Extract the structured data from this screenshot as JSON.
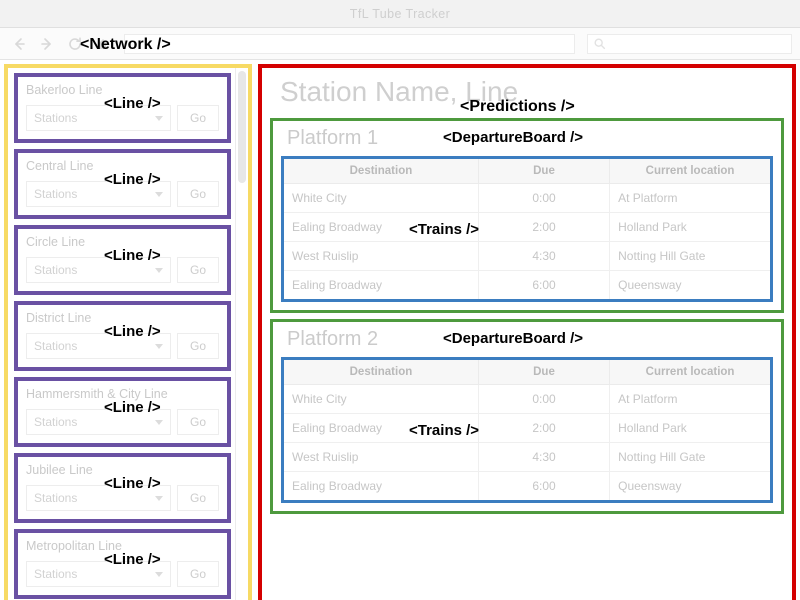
{
  "window": {
    "title": "TfL Tube Tracker"
  },
  "toolbar": {
    "back_icon": "back-arrow-icon",
    "forward_icon": "forward-arrow-icon",
    "reload_icon": "reload-icon",
    "home_icon": "home-icon",
    "url_value": "",
    "url_placeholder": "",
    "search_value": "",
    "search_placeholder": "",
    "search_icon": "search-icon"
  },
  "annotations": {
    "network": "<Network />",
    "line": "<Line />",
    "predictions": "<Predictions />",
    "departure_board": "<DepartureBoard />",
    "trains": "<Trains />"
  },
  "colors": {
    "network_border": "#F7DA64",
    "line_border": "#6A51A3",
    "predictions_border": "#D40000",
    "board_border": "#4E9A3E",
    "trains_border": "#3B7DC0"
  },
  "network": {
    "lines": [
      {
        "name": "Bakerloo Line",
        "select_placeholder": "Stations",
        "go_label": "Go"
      },
      {
        "name": "Central Line",
        "select_placeholder": "Stations",
        "go_label": "Go"
      },
      {
        "name": "Circle Line",
        "select_placeholder": "Stations",
        "go_label": "Go"
      },
      {
        "name": "District Line",
        "select_placeholder": "Stations",
        "go_label": "Go"
      },
      {
        "name": "Hammersmith & City Line",
        "select_placeholder": "Stations",
        "go_label": "Go"
      },
      {
        "name": "Jubilee Line",
        "select_placeholder": "Stations",
        "go_label": "Go"
      },
      {
        "name": "Metropolitan Line",
        "select_placeholder": "Stations",
        "go_label": "Go"
      }
    ]
  },
  "predictions": {
    "station_title": "Station Name, Line",
    "boards": [
      {
        "platform": "Platform 1",
        "columns": [
          "Destination",
          "Due",
          "Current location"
        ],
        "rows": [
          {
            "destination": "White City",
            "due": "0:00",
            "location": "At Platform"
          },
          {
            "destination": "Ealing Broadway",
            "due": "2:00",
            "location": "Holland Park"
          },
          {
            "destination": "West Ruislip",
            "due": "4:30",
            "location": "Notting Hill Gate"
          },
          {
            "destination": "Ealing Broadway",
            "due": "6:00",
            "location": "Queensway"
          }
        ]
      },
      {
        "platform": "Platform 2",
        "columns": [
          "Destination",
          "Due",
          "Current location"
        ],
        "rows": [
          {
            "destination": "White City",
            "due": "0:00",
            "location": "At Platform"
          },
          {
            "destination": "Ealing Broadway",
            "due": "2:00",
            "location": "Holland Park"
          },
          {
            "destination": "West Ruislip",
            "due": "4:30",
            "location": "Notting Hill Gate"
          },
          {
            "destination": "Ealing Broadway",
            "due": "6:00",
            "location": "Queensway"
          }
        ]
      }
    ]
  }
}
